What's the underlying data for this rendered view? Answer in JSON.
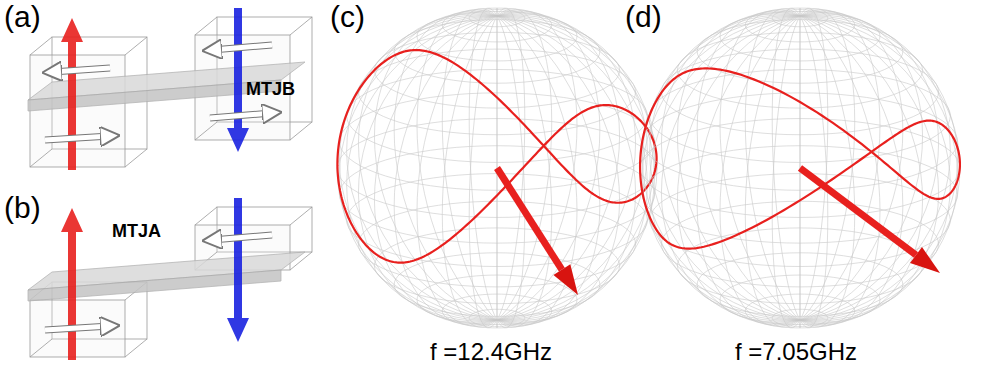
{
  "diagram": {
    "labels": [
      "(a)",
      "(b)",
      "(c)",
      "(d)",
      "MTJA",
      "MTJB",
      "f =12.4GHz",
      "f =7.05GHz"
    ]
  }
}
